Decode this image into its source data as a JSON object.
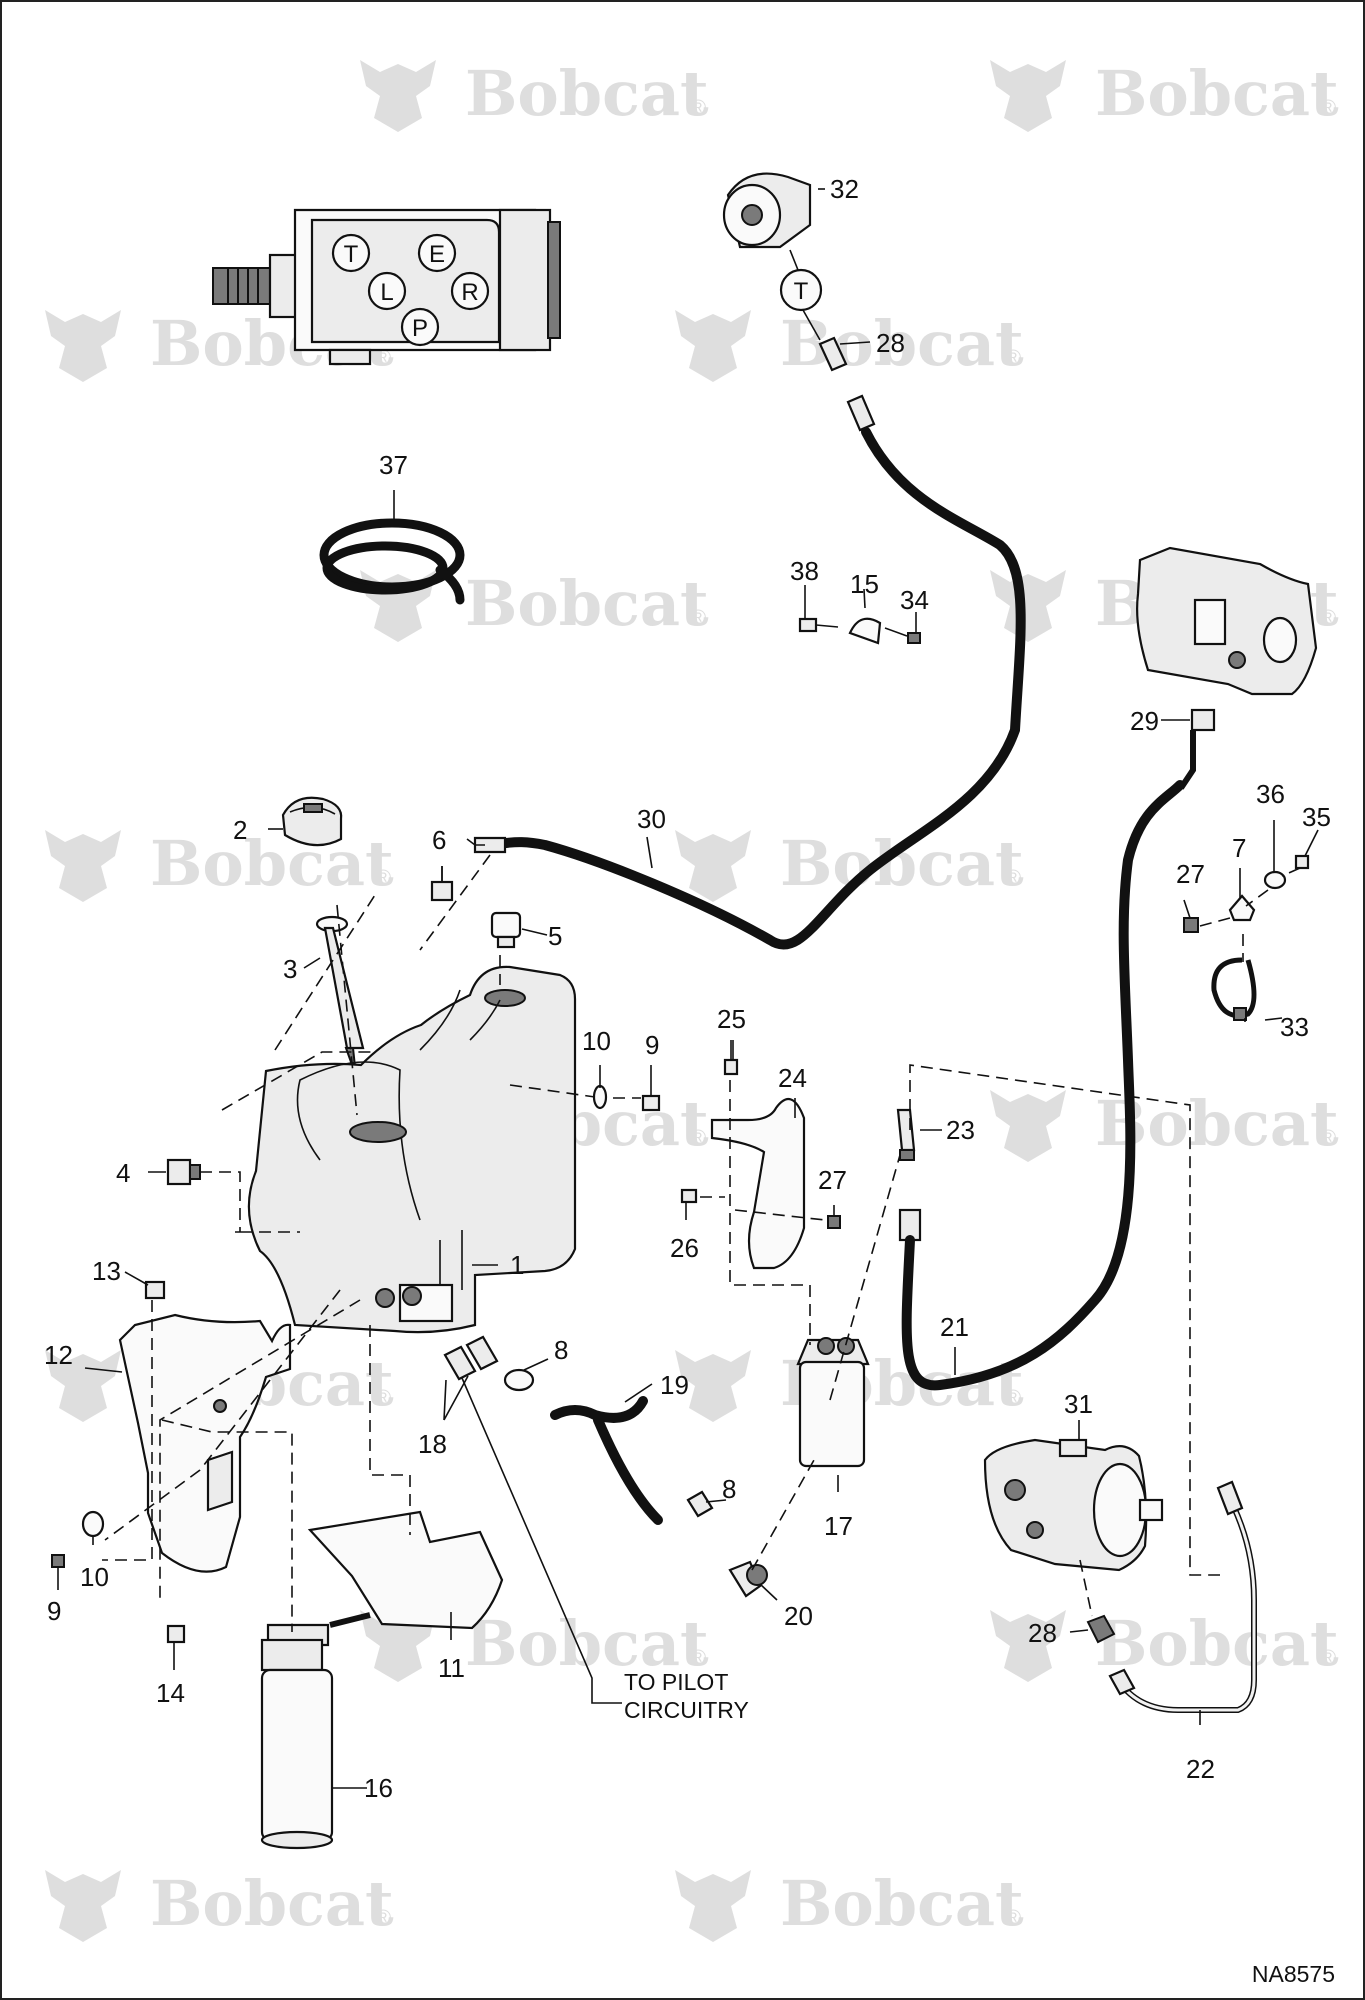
{
  "watermark": {
    "brand": "Bobcat",
    "mark": "®"
  },
  "valve_ports": [
    "T",
    "E",
    "L",
    "R",
    "P"
  ],
  "port_badge": "T",
  "callouts": {
    "c1": "1",
    "c2": "2",
    "c3": "3",
    "c4": "4",
    "c5": "5",
    "c6": "6",
    "c7": "7",
    "c8a": "8",
    "c8b": "8",
    "c9a": "9",
    "c9b": "9",
    "c10a": "10",
    "c10b": "10",
    "c11": "11",
    "c12": "12",
    "c13": "13",
    "c14": "14",
    "c15": "15",
    "c16": "16",
    "c17": "17",
    "c18": "18",
    "c19": "19",
    "c20": "20",
    "c21": "21",
    "c22": "22",
    "c23": "23",
    "c24": "24",
    "c25": "25",
    "c26": "26",
    "c27a": "27",
    "c27b": "27",
    "c28a": "28",
    "c28b": "28",
    "c29": "29",
    "c30": "30",
    "c31": "31",
    "c32": "32",
    "c33": "33",
    "c34": "34",
    "c35": "35",
    "c36": "36",
    "c37": "37",
    "c38": "38"
  },
  "note": {
    "line1": "TO PILOT",
    "line2": "CIRCUITRY"
  },
  "figure_code": "NA8575"
}
